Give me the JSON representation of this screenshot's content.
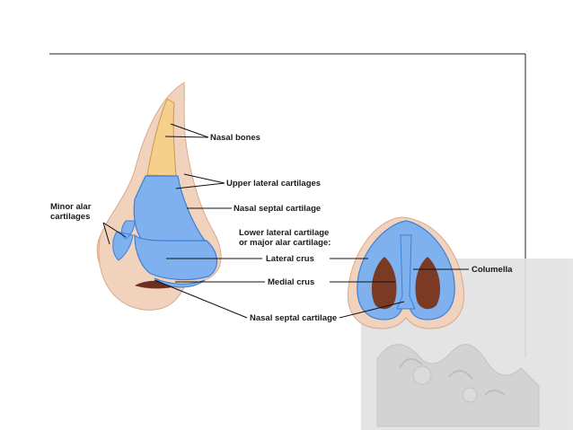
{
  "diagram": {
    "labels": {
      "nasal_bones": "Nasal bones",
      "upper_lateral_cartilages": "Upper lateral cartilages",
      "nasal_septal_cartilage_upper": "Nasal septal cartilage",
      "lower_lateral_line1": "Lower lateral cartilage",
      "lower_lateral_line2": "or major alar cartilage:",
      "lateral_crus": "Lateral crus",
      "medial_crus": "Medial crus",
      "nasal_septal_cartilage_lower": "Nasal septal cartilage",
      "minor_alar_line1": "Minor alar",
      "minor_alar_line2": "cartilages",
      "columella": "Columella"
    },
    "colors": {
      "skin": "#f1d2bc",
      "skin_shadow": "#d9a98c",
      "bone": "#f6cf8a",
      "cartilage": "#7fb1ee",
      "cartilage_edge": "#3f7fd6",
      "nostril": "#7a3a23",
      "frame": "#222222",
      "overlay": "#d6d6d6"
    }
  }
}
